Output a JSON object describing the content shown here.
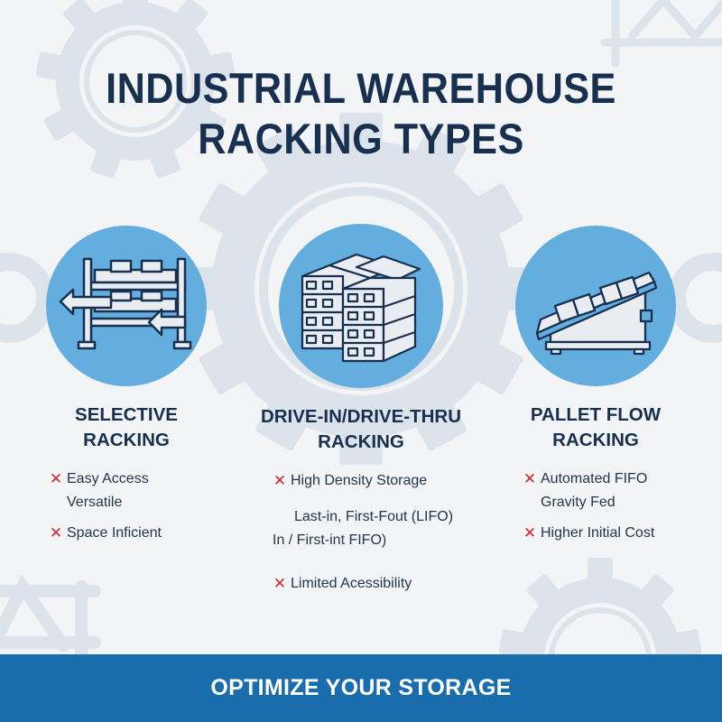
{
  "title": {
    "line1": "INDUSTRIAL WAREHOUSE",
    "line2": "RACKING TYPES"
  },
  "columns": [
    {
      "icon": "selective-rack-icon",
      "title_line1": "SELECTIVE",
      "title_line2": "RACKING",
      "bullets": [
        {
          "marker": "✕",
          "lines": [
            "Easy Access",
            "Versatile"
          ]
        },
        {
          "marker": "✕",
          "lines": [
            "Space Inficient"
          ]
        }
      ]
    },
    {
      "icon": "stacked-pallets-icon",
      "title_line1": "DRIVE-IN/DRIVE-THRU",
      "title_line2": "RACKING",
      "bullets": [
        {
          "marker": "✕",
          "lines": [
            "High Density Storage"
          ]
        },
        {
          "marker": "",
          "lines": [
            "Last-in, First-Fout (LIFO) In / First-int FIFO)"
          ]
        },
        {
          "marker": "✕",
          "lines": [
            "Limited Acessibility"
          ]
        }
      ]
    },
    {
      "icon": "pallet-flow-icon",
      "title_line1": "PALLET FLOW",
      "title_line2": "RACKING",
      "bullets": [
        {
          "marker": "✕",
          "lines": [
            "Automated FIFO",
            "Gravity Fed"
          ]
        },
        {
          "marker": "✕",
          "lines": [
            "Higher Initial Cost"
          ]
        }
      ]
    }
  ],
  "footer": {
    "label": "OPTIMIZE YOUR STORAGE"
  },
  "colors": {
    "background": "#f3f4f5",
    "title": "#17304f",
    "icon_circle": "#64aedf",
    "marker": "#d1262e",
    "footer": "#1a6dad",
    "deco": "#dbe2e9"
  }
}
